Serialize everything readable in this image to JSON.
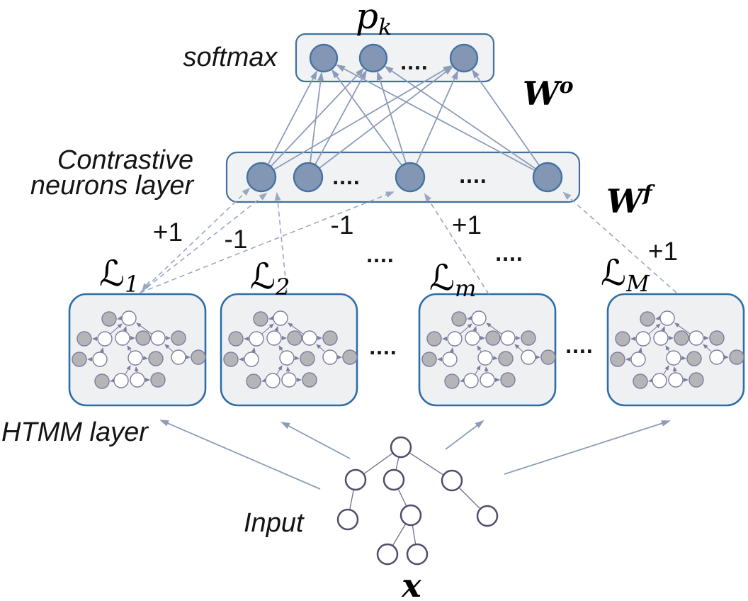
{
  "diagram": {
    "softmax_label": "softmax",
    "pk": {
      "base": "p",
      "sub": "k"
    },
    "wo": {
      "base": "W",
      "sup": "o"
    },
    "wf": {
      "base": "W",
      "sup": "f"
    },
    "contrastive": {
      "line1": "Contrastive",
      "line2": "neurons layer"
    },
    "htmm_label": "HTMM layer",
    "input_label": "Input",
    "x_label": "x",
    "dots": "....",
    "script_l": "ℒ",
    "modules": [
      {
        "sub": "1"
      },
      {
        "sub": "2"
      },
      {
        "sub": "m"
      },
      {
        "sub": "M"
      }
    ],
    "edge_labels": [
      "+1",
      "-1",
      "-1",
      "+1",
      "+1"
    ],
    "colors": {
      "neuron_fill": "#8397b5",
      "neuron_stroke": "#4573a3",
      "box_fill": "#f1f2f4",
      "box_stroke": "#41719c",
      "module_fill": "#eef0f2",
      "module_stroke": "#2f6da6",
      "solid_line": "#8c9cb8",
      "dashed_line": "#9aa8c0",
      "mini_stroke": "#7d7da0",
      "gray_node": "#b5b5b7",
      "tree_stroke": "#4e4e6a",
      "tree_edge": "#6e6e8e"
    }
  }
}
